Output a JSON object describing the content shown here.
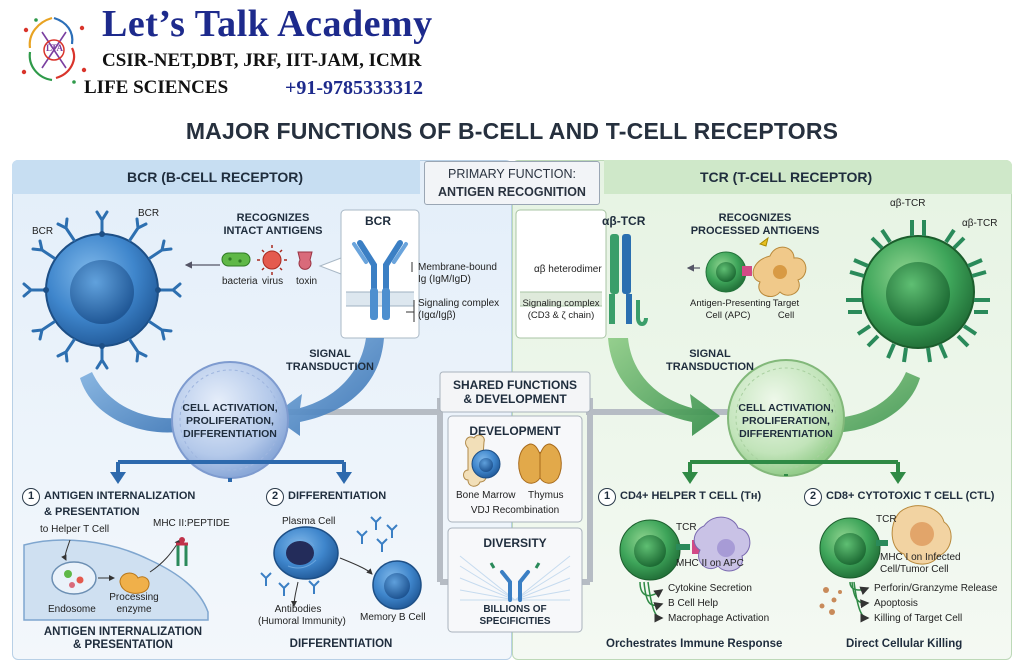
{
  "header": {
    "academy": "Let’s Talk Academy",
    "logo_text": "LTA",
    "exams": "CSIR-NET,DBT, JRF, IIT-JAM, ICMR",
    "life_sciences": "LIFE SCIENCES",
    "phone": "+91-9785333312"
  },
  "title": "MAJOR FUNCTIONS OF B-CELL AND T-CELL RECEPTORS",
  "primary": {
    "line1": "PRIMARY FUNCTION:",
    "line2": "ANTIGEN RECOGNITION"
  },
  "bcr": {
    "section_title": "BCR (B-CELL RECEPTOR)",
    "cell_label_left": "BCR",
    "cell_label_top": "BCR",
    "recognizes_line1": "RECOGNIZES",
    "recognizes_line2": "INTACT ANTIGENS",
    "antigens": [
      "bacteria",
      "virus",
      "toxin"
    ],
    "structure_title": "BCR",
    "membrane_line1": "Membrane-bound",
    "membrane_line2": "Ig (IgM/IgD)",
    "signaling_line1": "Signaling complex",
    "signaling_line2": "(Igα/Igβ)",
    "signal_line1": "SIGNAL",
    "signal_line2": "TRANSDUCTION",
    "activation_line1": "CELL ACTIVATION,",
    "activation_line2": "PROLIFERATION,",
    "activation_line3": "DIFFERENTIATION",
    "fn1_num": "1",
    "fn1_line1": "ANTIGEN INTERNALIZATION",
    "fn1_line2": "& PRESENTATION",
    "to_helper": "to Helper T Cell",
    "mhc_peptide": "MHC II:PEPTIDE",
    "endosome": "Endosome",
    "processing_line1": "Processing",
    "processing_line2": "enzyme",
    "fn1_caption_line1": "ANTIGEN INTERNALIZATION",
    "fn1_caption_line2": "& PRESENTATION",
    "fn2_num": "2",
    "fn2_title": "DIFFERENTIATION",
    "plasma_cell": "Plasma Cell",
    "antibodies_line1": "Antibodies",
    "antibodies_line2": "(Humoral Immunity)",
    "memory_b": "Memory B Cell",
    "fn2_caption": "DIFFERENTIATION"
  },
  "shared": {
    "title_line1": "SHARED FUNCTIONS",
    "title_line2": "& DEVELOPMENT",
    "development": "DEVELOPMENT",
    "bone_marrow": "Bone Marrow",
    "thymus": "Thymus",
    "vdj": "VDJ Recombination",
    "diversity": "DIVERSITY",
    "billions_line1": "BILLIONS OF",
    "billions_line2": "SPECIFICITIES"
  },
  "tcr": {
    "section_title": "TCR (T-CELL RECEPTOR)",
    "structure_title": "αβ-TCR",
    "heterodimer": "αβ heterodimer",
    "signaling_line1": "Signaling complex",
    "signaling_line2": "(CD3 & ζ chain)",
    "recognizes_line1": "RECOGNIZES",
    "recognizes_line2": "PROCESSED ANTIGENS",
    "apc_line1": "Antigen-Presenting",
    "apc_line2": "Cell (APC)",
    "target_line1": "Target",
    "target_line2": "Cell",
    "cell_label_top": "αβ-TCR",
    "cell_label_right": "αβ-TCR",
    "signal_line1": "SIGNAL",
    "signal_line2": "TRANSDUCTION",
    "activation_line1": "CELL ACTIVATION,",
    "activation_line2": "PROLIFERATION,",
    "activation_line3": "DIFFERENTIATION",
    "fn1_num": "1",
    "fn1_title": "CD4+ HELPER T CELL (Tʜ)",
    "fn1_tcr": "TCR",
    "fn1_mhc": "MHC II on APC",
    "fn1_effects": [
      "Cytokine Secretion",
      "B Cell Help",
      "Macrophage Activation"
    ],
    "fn1_caption": "Orchestrates Immune Response",
    "fn2_num": "2",
    "fn2_title": "CD8+ CYTOTOXIC T CELL (CTL)",
    "fn2_tcr": "TCR",
    "fn2_mhc_line1": "MHC I on Infected",
    "fn2_mhc_line2": "Cell/Tumor Cell",
    "fn2_effects": [
      "Perforin/Granzyme Release",
      "Apoptosis",
      "Killing of Target Cell"
    ],
    "fn2_caption": "Direct Cellular Killing"
  }
}
